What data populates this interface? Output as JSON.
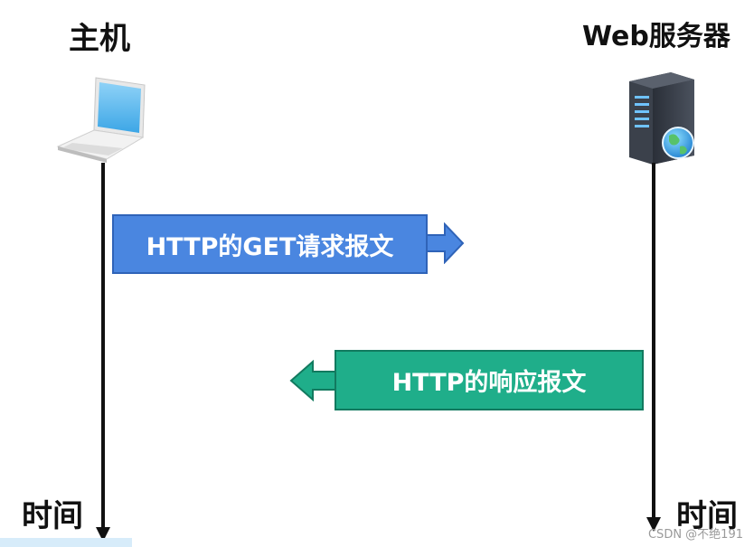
{
  "host": {
    "title": "主机",
    "icon": "laptop-icon"
  },
  "server": {
    "title": "Web服务器",
    "icon": "server-globe-icon"
  },
  "timeline": {
    "left_label": "时间",
    "right_label": "时间"
  },
  "messages": {
    "request": {
      "label": "HTTP的GET请求报文",
      "direction": "host-to-server",
      "color": "#4a86e0"
    },
    "response": {
      "label": "HTTP的响应报文",
      "direction": "server-to-host",
      "color": "#1fae8a"
    }
  },
  "watermark": "CSDN @不绝191"
}
